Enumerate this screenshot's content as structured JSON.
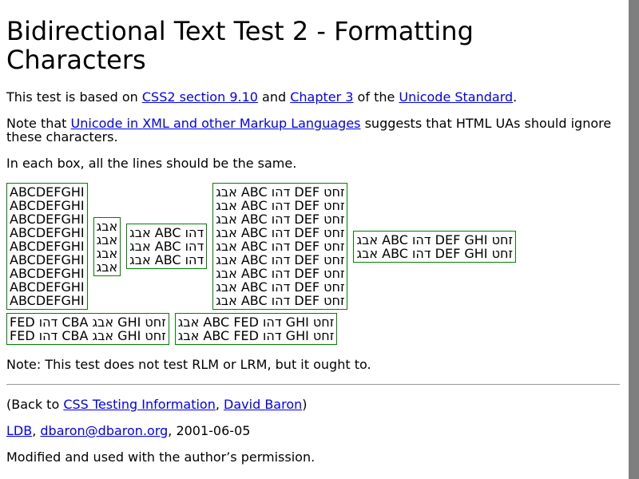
{
  "title": "Bidirectional Text Test 2 - Formatting Characters",
  "intro": {
    "t1": "This test is based on ",
    "link1": "CSS2 section 9.10",
    "t2": " and ",
    "link2": "Chapter 3",
    "t3": " of the ",
    "link3": "Unicode Standard",
    "t4": "."
  },
  "note1": {
    "t1": "Note that ",
    "link": "Unicode in XML and other Markup Languages",
    "t2": " suggests that HTML UAs should ignore these characters."
  },
  "instruction": "In each box, all the lines should be the same.",
  "boxes_row1": [
    {
      "lines": [
        "ABCDEFGHI",
        "ABCDEFGHI",
        "ABCDEFGHI",
        "ABCDEFGHI",
        "ABCDEFGHI",
        "ABCDEFGHI",
        "ABCDEFGHI",
        "ABCDEFGHI",
        "ABCDEFGHI"
      ]
    },
    {
      "lines": [
        "אבג",
        "אבג",
        "אבג",
        "אבג"
      ]
    },
    {
      "lines": [
        "אבג ABC דהו",
        "אבג ABC דהו",
        "אבג ABC דהו"
      ]
    },
    {
      "lines": [
        "אבג ABC דהו DEF זחט",
        "אבג ABC דהו DEF זחט",
        "אבג ABC דהו DEF זחט",
        "אבג ABC דהו DEF זחט",
        "אבג ABC דהו DEF זחט",
        "אבג ABC דהו DEF זחט",
        "אבג ABC דהו DEF זחט",
        "אבג ABC דהו DEF זחט",
        "אבג ABC דהו DEF זחט"
      ]
    },
    {
      "lines": [
        "אבג ABC דהו DEF GHI זחט",
        "אבג ABC דהו DEF GHI זחט"
      ]
    }
  ],
  "boxes_row2": [
    {
      "lines": [
        "FED דהו CBA אבג GHI זחט",
        "FED דהו CBA אבג GHI זחט"
      ]
    },
    {
      "lines": [
        "אבג ABC FED דהו GHI זחט",
        "אבג ABC FED דהו GHI זחט"
      ]
    }
  ],
  "note2": "Note: This test does not test RLM or LRM, but it ought to.",
  "back": {
    "t1": "(Back to ",
    "link1": "CSS Testing Information",
    "t2": ", ",
    "link2": "David Baron",
    "t3": ")"
  },
  "signature": {
    "link1": "LDB",
    "t1": ", ",
    "link2": "dbaron@dbaron.org",
    "t2": ", 2001-06-05"
  },
  "permission": "Modified and used with the author’s permission.",
  "colors": {
    "link": "#0000ee",
    "box_border": "#008000",
    "rule": "#999999",
    "scrollbar": "#7f7f7f"
  }
}
